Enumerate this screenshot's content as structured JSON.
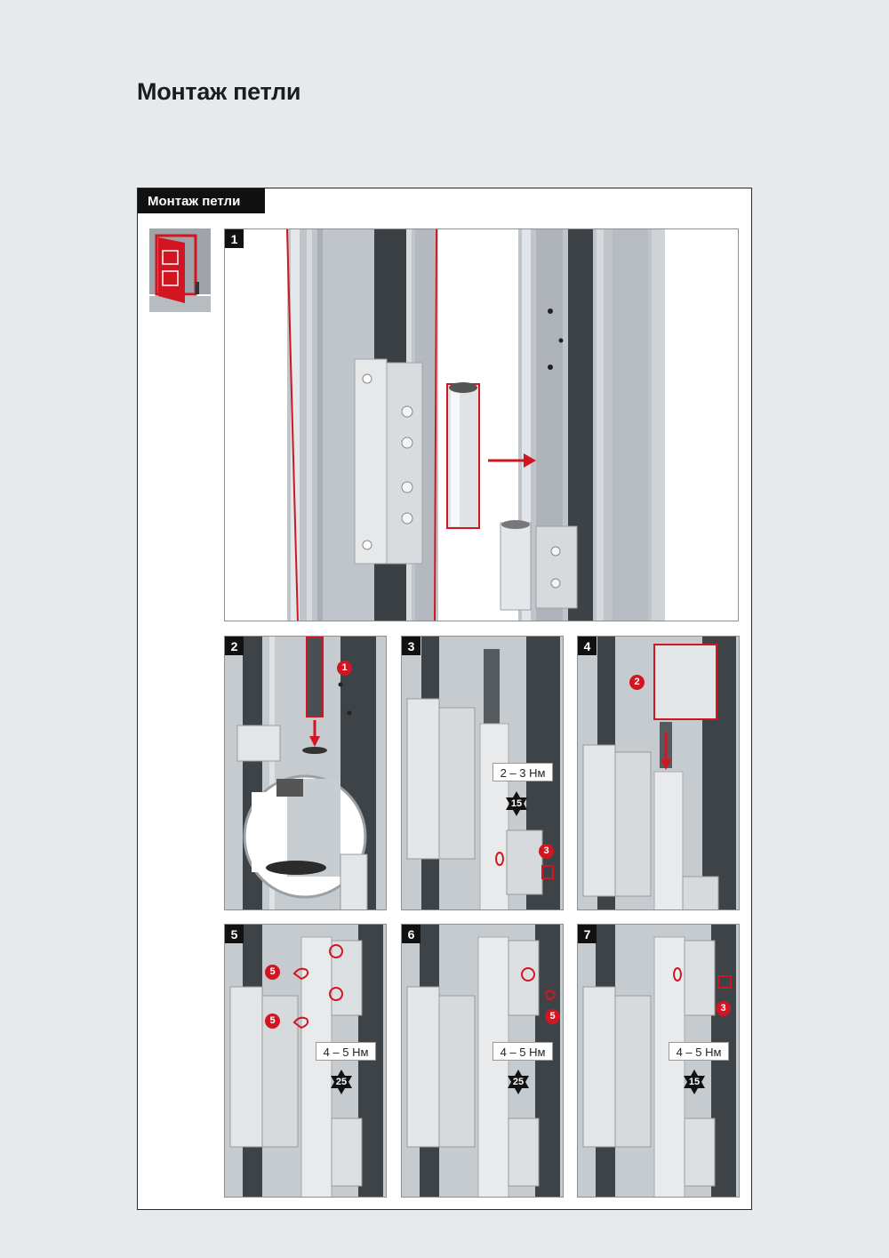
{
  "page": {
    "title": "Монтаж петли"
  },
  "section": {
    "tab_label": "Монтаж петли",
    "icon": "door-open-icon"
  },
  "steps": [
    {
      "number": "1"
    },
    {
      "number": "2",
      "callouts": [
        "1"
      ]
    },
    {
      "number": "3",
      "torque": "2 – 3 Нм",
      "torx": "15",
      "callouts": [
        "3"
      ]
    },
    {
      "number": "4",
      "callouts": [
        "2"
      ]
    },
    {
      "number": "5",
      "torque": "4 – 5 Нм",
      "torx": "25",
      "callouts": [
        "5",
        "5"
      ]
    },
    {
      "number": "6",
      "torque": "4 – 5 Нм",
      "torx": "25",
      "callouts": [
        "5"
      ]
    },
    {
      "number": "7",
      "torque": "4 – 5 Нм",
      "torx": "15",
      "callouts": [
        "3"
      ]
    }
  ],
  "colors": {
    "accent": "#d11621",
    "frame_dark": "#3e4347",
    "aluminium": "#c4c9cd",
    "hinge": "#e3e6e8"
  }
}
